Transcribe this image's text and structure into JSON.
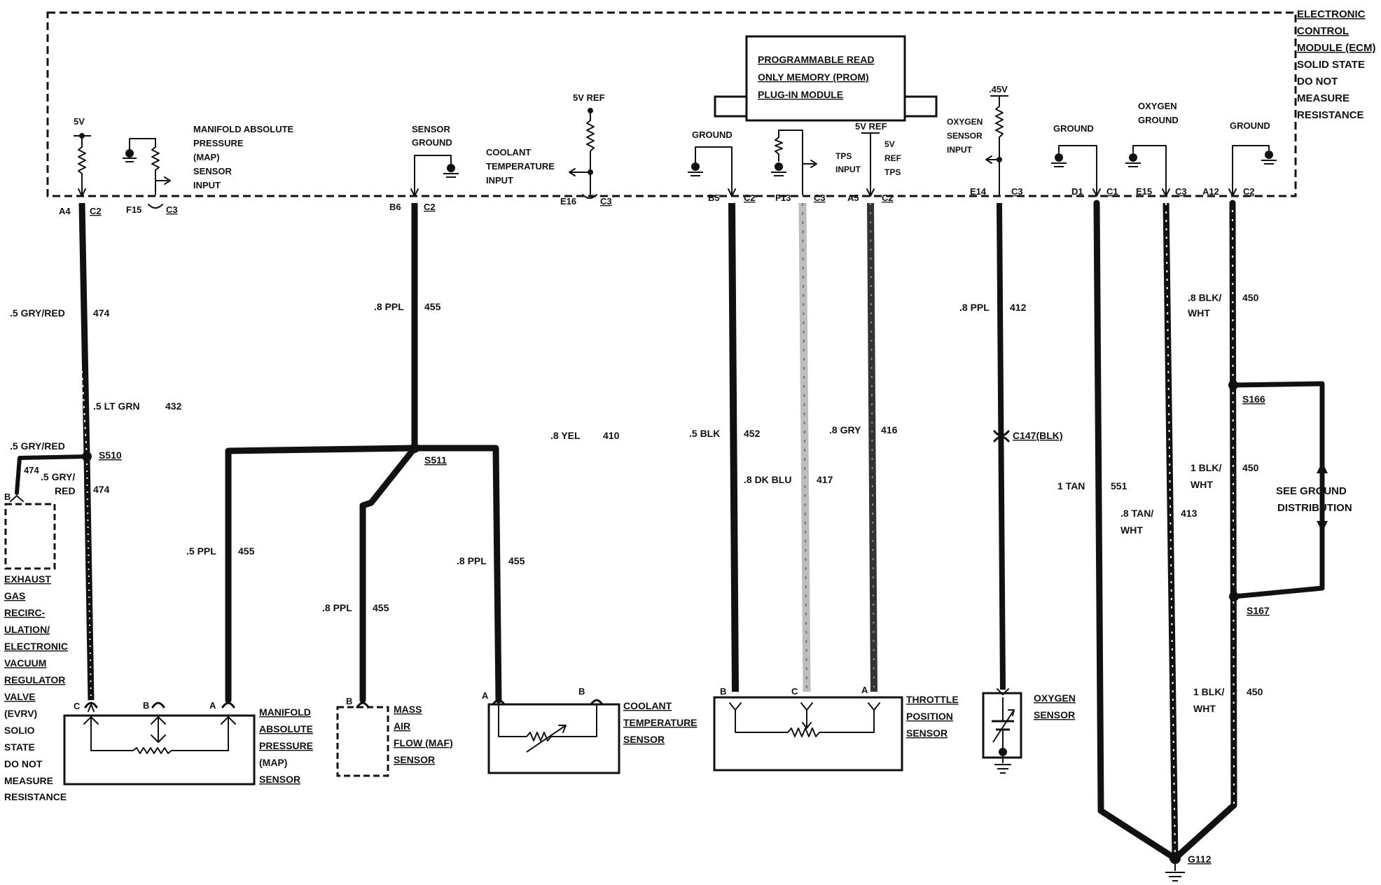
{
  "ecm": {
    "label_lines": [
      "ELECTRONIC",
      "CONTROL",
      "MODULE (ECM)",
      "SOLID STATE",
      "DO NOT",
      "MEASURE",
      "RESISTANCE"
    ],
    "prom_lines": [
      "PROGRAMMABLE READ",
      "ONLY MEMORY (PROM)",
      "PLUG-IN MODULE"
    ]
  },
  "internal": {
    "map_5v": "5V",
    "map_input": [
      "MANIFOLD ABSOLUTE",
      "PRESSURE",
      "(MAP)",
      "SENSOR",
      "INPUT"
    ],
    "sensor_ground": [
      "SENSOR",
      "GROUND"
    ],
    "coolant_5vref": "5V REF",
    "coolant_input": [
      "COOLANT",
      "TEMPERATURE",
      "INPUT"
    ],
    "ground_b5": "GROUND",
    "tps_input": [
      "TPS",
      "INPUT"
    ],
    "tps_5vref_top": "5V REF",
    "tps_5vref": [
      "5V",
      "REF",
      "TPS"
    ],
    "o2_45v": ".45V",
    "o2_input": [
      "OXYGEN",
      "SENSOR",
      "INPUT"
    ],
    "ground_d1": "GROUND",
    "o2_ground": [
      "OXYGEN",
      "GROUND"
    ],
    "ground_a12": "GROUND"
  },
  "pins": [
    {
      "pin": "A4",
      "conn": "C2"
    },
    {
      "pin": "F15",
      "conn": "C3"
    },
    {
      "pin": "B6",
      "conn": "C2"
    },
    {
      "pin": "E16",
      "conn": "C3"
    },
    {
      "pin": "B5",
      "conn": "C2"
    },
    {
      "pin": "F13",
      "conn": "C3"
    },
    {
      "pin": "A5",
      "conn": "C2"
    },
    {
      "pin": "E14",
      "conn": "C3"
    },
    {
      "pin": "D1",
      "conn": "C1"
    },
    {
      "pin": "E15",
      "conn": "C3"
    },
    {
      "pin": "A12",
      "conn": "C2"
    }
  ],
  "wires": {
    "w474a": {
      "gauge": ".5 GRY/RED",
      "circuit": "474"
    },
    "w432": {
      "gauge": ".5 LT GRN",
      "circuit": "432"
    },
    "w474b": {
      "gauge": ".5 GRY/RED",
      "circuit": "474"
    },
    "w474c": {
      "gauge": ".5 GRY/",
      "gauge2": "RED",
      "circuit": "474"
    },
    "w455_top": {
      "gauge": ".8 PPL",
      "circuit": "455"
    },
    "w455_map": {
      "gauge": ".5 PPL",
      "circuit": "455"
    },
    "w455_maf": {
      "gauge": ".8 PPL",
      "circuit": "455"
    },
    "w455_cts": {
      "gauge": ".8 PPL",
      "circuit": "455"
    },
    "w410": {
      "gauge": ".8 YEL",
      "circuit": "410"
    },
    "w452": {
      "gauge": ".5 BLK",
      "circuit": "452"
    },
    "w417": {
      "gauge": ".8 DK BLU",
      "circuit": "417"
    },
    "w416": {
      "gauge": ".8 GRY",
      "circuit": "416"
    },
    "w412": {
      "gauge": ".8 PPL",
      "circuit": "412"
    },
    "w551": {
      "gauge": "1 TAN",
      "circuit": "551"
    },
    "w413": {
      "gauge": ".8 TAN/",
      "gauge2": "WHT",
      "circuit": "413"
    },
    "w450a": {
      "gauge": ".8 BLK/",
      "gauge2": "WHT",
      "circuit": "450"
    },
    "w450b": {
      "gauge": "1 BLK/",
      "gauge2": "WHT",
      "circuit": "450"
    },
    "w450c": {
      "gauge": "1 BLK/",
      "gauge2": "WHT",
      "circuit": "450"
    }
  },
  "splices": {
    "s510": "S510",
    "s511": "S511",
    "s166": "S166",
    "s167": "S167",
    "c147": "C147(BLK)",
    "g112": "G112"
  },
  "see_ground": [
    "SEE GROUND",
    "DISTRIBUTION"
  ],
  "components": {
    "evrv": [
      "EXHAUST",
      "GAS",
      "RECIRC-",
      "ULATION/",
      "ELECTRONIC",
      "VACUUM",
      "REGULATOR",
      "VALVE",
      "(EVRV)",
      "SOLIO",
      "STATE",
      "DO NOT",
      "MEASURE",
      "RESISTANCE"
    ],
    "map": [
      "MANIFOLD",
      "ABSOLUTE",
      "PRESSURE",
      "(MAP)",
      "SENSOR"
    ],
    "maf": [
      "MASS",
      "AIR",
      "FLOW (MAF)",
      "SENSOR"
    ],
    "cts": [
      "COOLANT",
      "TEMPERATURE",
      "SENSOR"
    ],
    "tps": [
      "THROTTLE",
      "POSITION",
      "SENSOR"
    ],
    "o2": [
      "OXYGEN",
      "SENSOR"
    ]
  },
  "terminals": {
    "evrv_b": "B",
    "map_c": "C",
    "map_b": "B",
    "map_a": "A",
    "maf_b": "B",
    "cts_a": "A",
    "cts_b": "B",
    "tps_b": "B",
    "tps_c": "C",
    "tps_a": "A"
  }
}
